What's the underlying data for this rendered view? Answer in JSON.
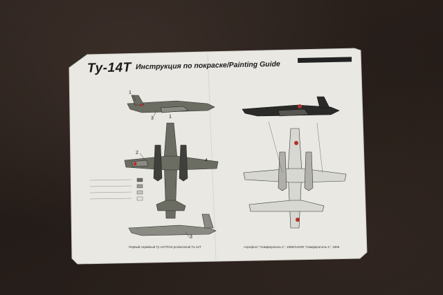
{
  "sheet": {
    "title": "Ту-14Т",
    "subtitle": "Инструкция по покраске/Painting Guide",
    "caption_left": "Первый серийный Ту-14Т/First productional Tu-14T",
    "caption_right": "Аэрофлот \"Симферополь-1\", 1959г/USSR \"Симферополь-1\", 1959"
  },
  "callouts": {
    "n1a": "1",
    "n1b": "1",
    "n2": "2",
    "n3a": "3",
    "n3b": "3",
    "n4": "4"
  },
  "colors": {
    "paper": "#ecebe6",
    "ink": "#1b1b1b",
    "green_top": "#6b6d62",
    "light_gray": "#b9bab4"
  }
}
